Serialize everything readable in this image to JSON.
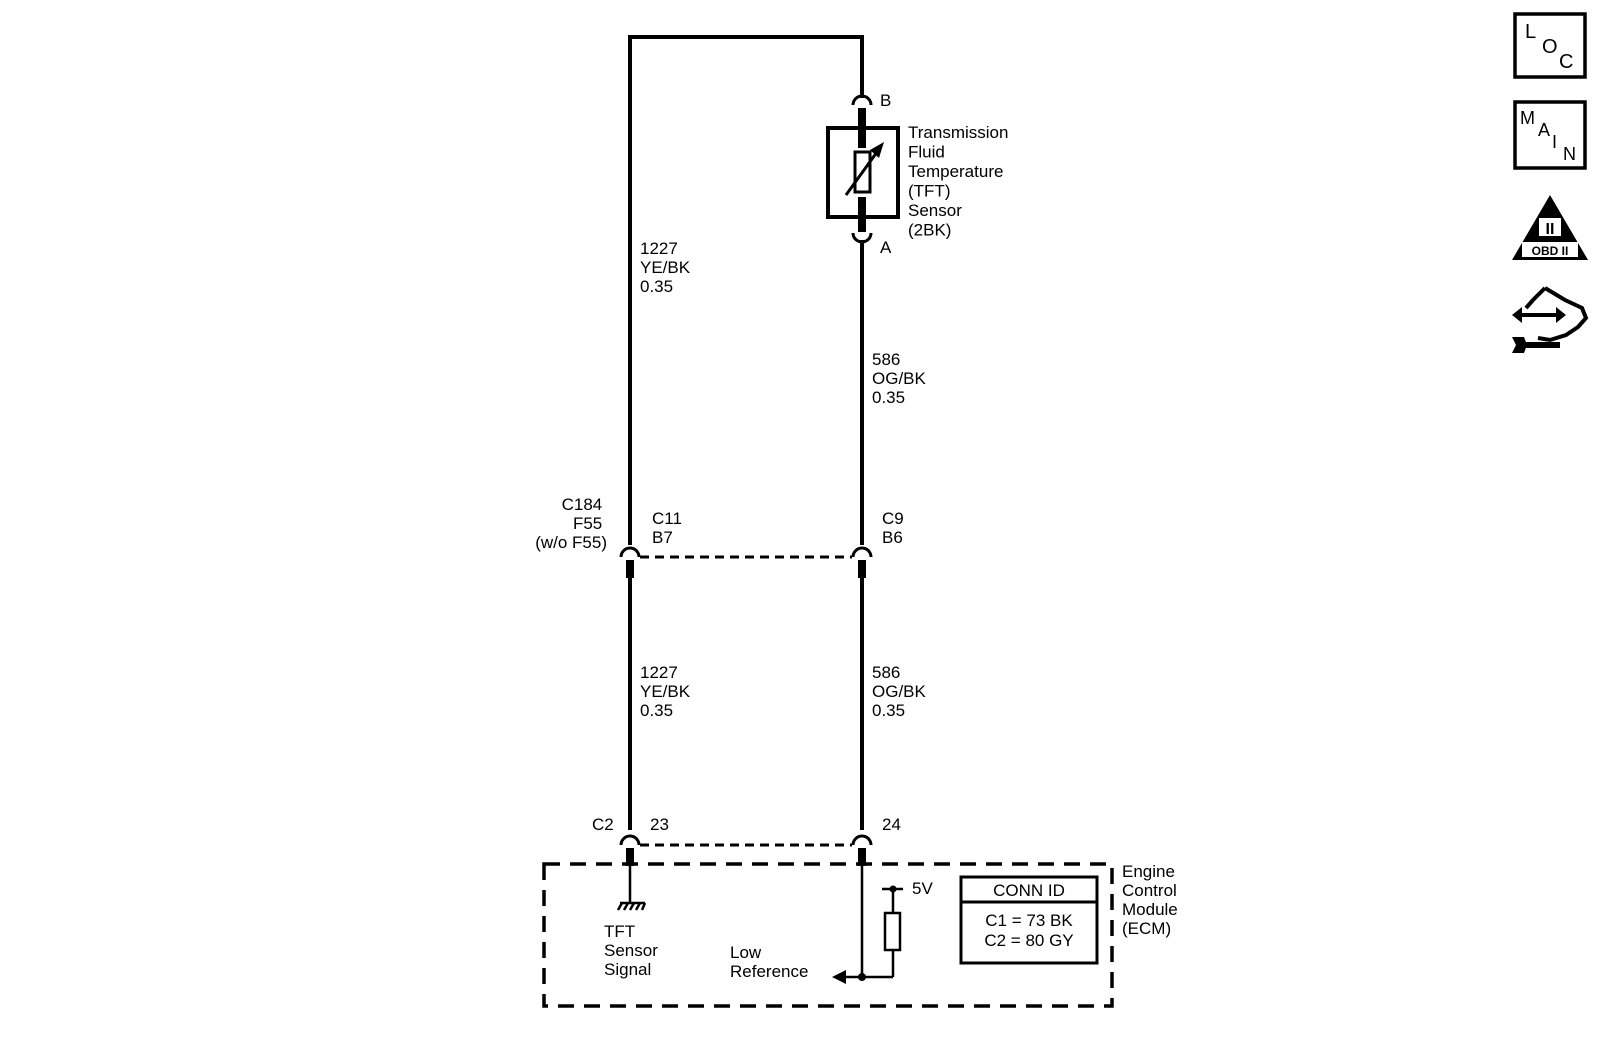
{
  "sensor": {
    "pin_top": "B",
    "pin_bottom": "A",
    "name_lines": [
      "Transmission",
      "Fluid",
      "Temperature",
      "(TFT)",
      "Sensor",
      "(2BK)"
    ]
  },
  "wires": {
    "left_upper": [
      "1227",
      "YE/BK",
      "0.35"
    ],
    "right_upper": [
      "586",
      "OG/BK",
      "0.35"
    ],
    "left_lower": [
      "1227",
      "YE/BK",
      "0.35"
    ],
    "right_lower": [
      "586",
      "OG/BK",
      "0.35"
    ]
  },
  "inline_connector": {
    "label_lines": [
      "C184",
      "F55",
      "(w/o F55)"
    ],
    "left_pin_lines": [
      "C11",
      "B7"
    ],
    "right_pin_lines": [
      "C9",
      "B6"
    ]
  },
  "ecm_connector": {
    "connector": "C2",
    "left_pin": "23",
    "right_pin": "24"
  },
  "ecm": {
    "name_lines": [
      "Engine",
      "Control",
      "Module",
      "(ECM)"
    ],
    "voltage": "5V",
    "signal_lines": [
      "TFT",
      "Sensor",
      "Signal"
    ],
    "reference_lines": [
      "Low",
      "Reference"
    ],
    "conn_id_title": "CONN ID",
    "conn_id_lines": [
      "C1 = 73 BK",
      "C2 = 80 GY"
    ]
  },
  "icons": {
    "loc": {
      "letters": [
        "L",
        "O",
        "C"
      ]
    },
    "main": {
      "letters": [
        "M",
        "A",
        "I",
        "N"
      ]
    },
    "obd": {
      "symbol": "II",
      "label": "OBD II"
    },
    "service": {
      "name": "hand-wrench-icon"
    }
  }
}
